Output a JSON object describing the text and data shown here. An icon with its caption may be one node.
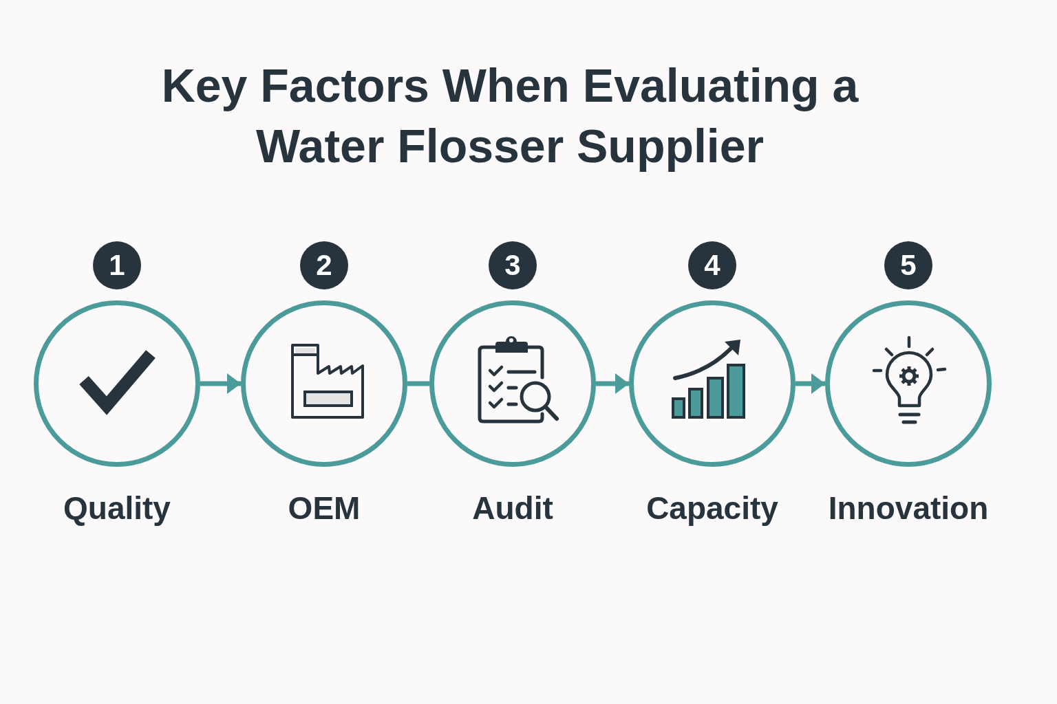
{
  "diagram": {
    "title": "Key Factors When Evaluating a Water Flosser Supplier",
    "nodes": [
      {
        "text": [
          "1"
        ]
      },
      {
        "text": [
          "Quality"
        ]
      },
      {
        "text": [
          "2"
        ]
      },
      {
        "text": [
          "OEM"
        ]
      },
      {
        "text": [
          "3"
        ]
      },
      {
        "text": [
          "Audit"
        ]
      },
      {
        "text": [
          "4"
        ]
      },
      {
        "text": [
          "Capacity"
        ]
      },
      {
        "text": [
          "5"
        ]
      },
      {
        "text": [
          "Innovation"
        ]
      }
    ],
    "edges": [
      {
        "from": 1,
        "to": 3,
        "arrow": "to"
      },
      {
        "from": 3,
        "to": 5,
        "arrow": "none"
      },
      {
        "from": 5,
        "to": 7,
        "arrow": "to"
      },
      {
        "from": 7,
        "to": 9,
        "arrow": "to"
      }
    ]
  }
}
